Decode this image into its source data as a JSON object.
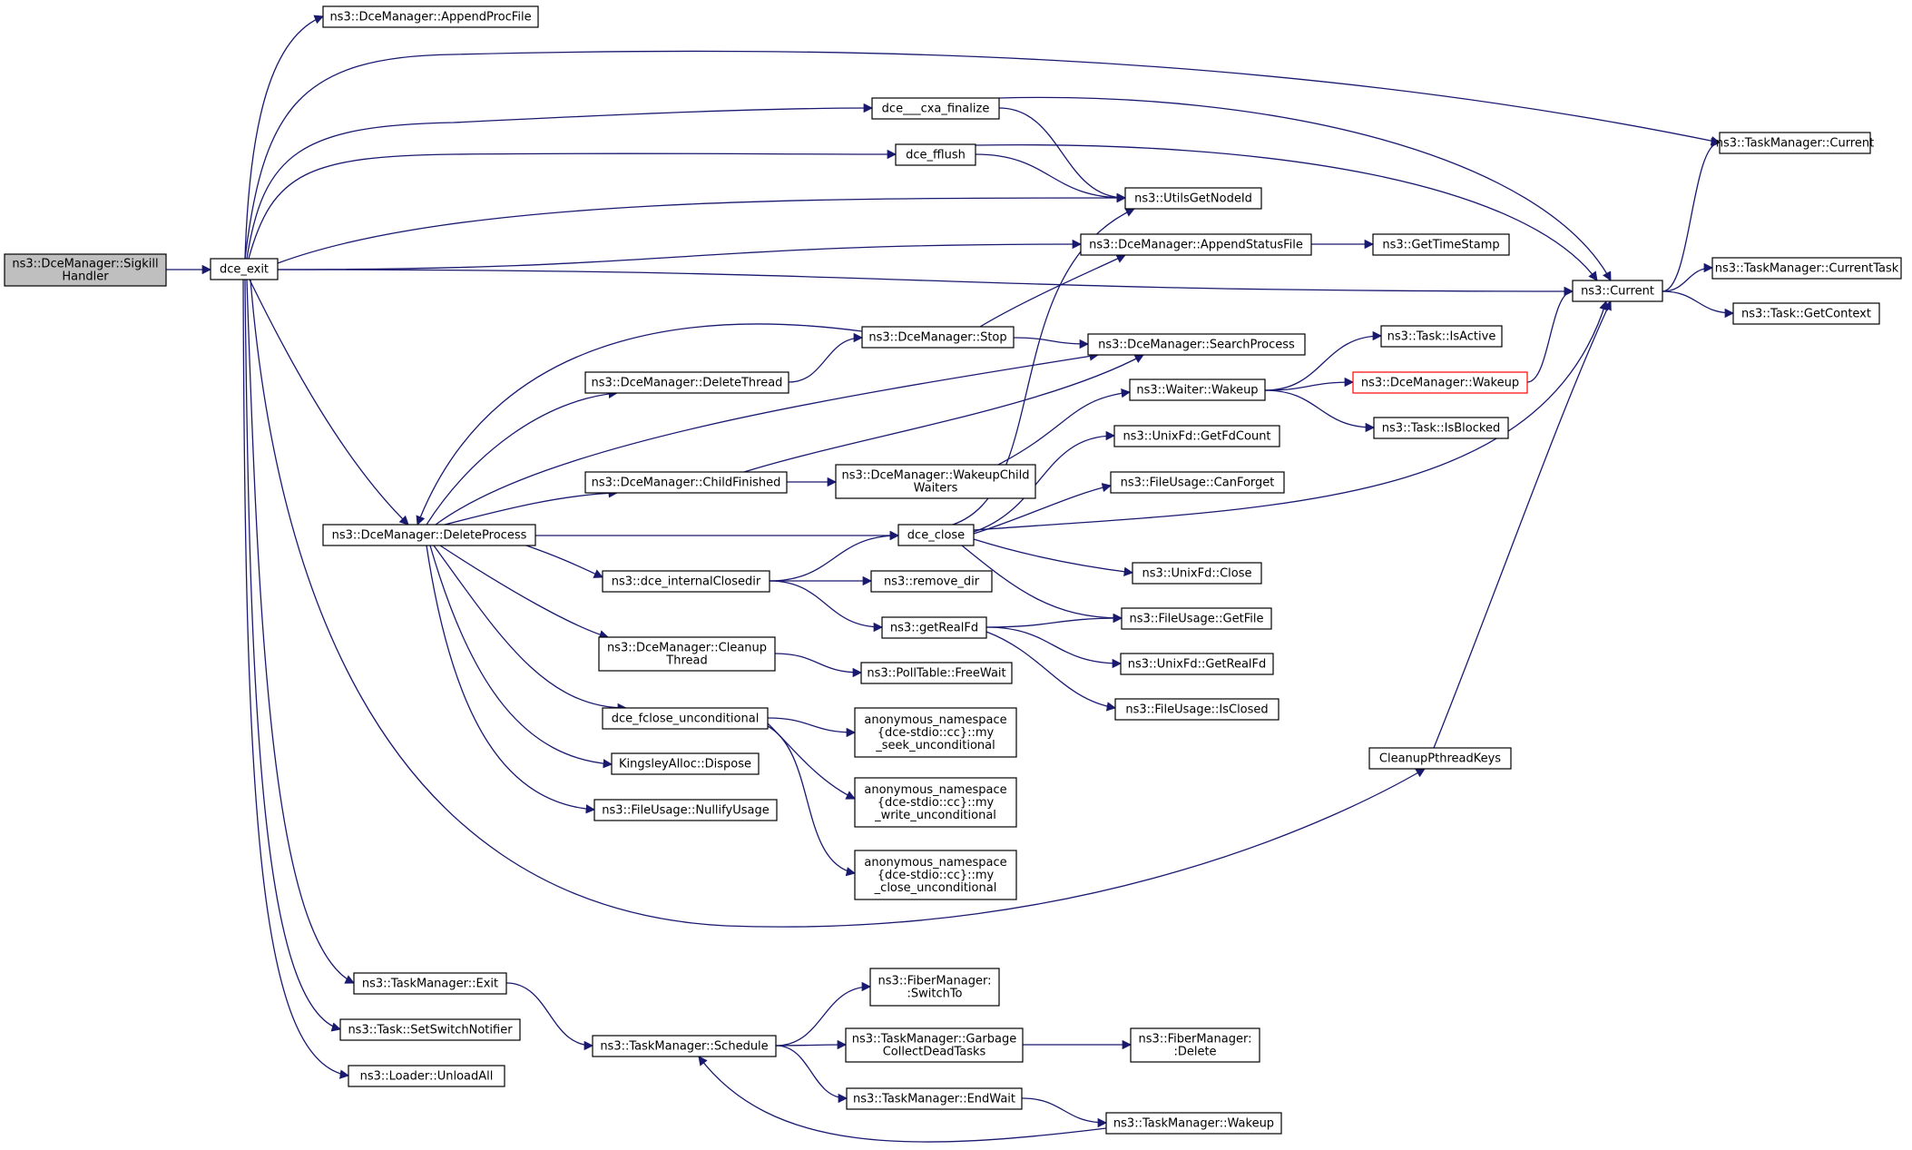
{
  "nodes": [
    {
      "id": "root",
      "lines": [
        "ns3::DceManager::Sigkill",
        "Handler"
      ],
      "root": true
    },
    {
      "id": "dce_exit",
      "lines": [
        "dce_exit"
      ]
    },
    {
      "id": "append_proc",
      "lines": [
        "ns3::DceManager::AppendProcFile"
      ]
    },
    {
      "id": "cxa",
      "lines": [
        "dce___cxa_finalize"
      ]
    },
    {
      "id": "fflush",
      "lines": [
        "dce_fflush"
      ]
    },
    {
      "id": "utils",
      "lines": [
        "ns3::UtilsGetNodeId"
      ]
    },
    {
      "id": "append_status",
      "lines": [
        "ns3::DceManager::AppendStatusFile"
      ]
    },
    {
      "id": "timestamp",
      "lines": [
        "ns3::GetTimeStamp"
      ]
    },
    {
      "id": "tm_current",
      "lines": [
        "ns3::TaskManager::Current"
      ]
    },
    {
      "id": "current",
      "lines": [
        "ns3::Current"
      ]
    },
    {
      "id": "tm_currenttask",
      "lines": [
        "ns3::TaskManager::CurrentTask"
      ]
    },
    {
      "id": "getcontext",
      "lines": [
        "ns3::Task::GetContext"
      ]
    },
    {
      "id": "stop",
      "lines": [
        "ns3::DceManager::Stop"
      ]
    },
    {
      "id": "search",
      "lines": [
        "ns3::DceManager::SearchProcess"
      ]
    },
    {
      "id": "isactive",
      "lines": [
        "ns3::Task::IsActive"
      ]
    },
    {
      "id": "delthread",
      "lines": [
        "ns3::DceManager::DeleteThread"
      ]
    },
    {
      "id": "waiter",
      "lines": [
        "ns3::Waiter::Wakeup"
      ]
    },
    {
      "id": "dm_wakeup",
      "lines": [
        "ns3::DceManager::Wakeup"
      ],
      "red": true
    },
    {
      "id": "isblocked",
      "lines": [
        "ns3::Task::IsBlocked"
      ]
    },
    {
      "id": "getfdcount",
      "lines": [
        "ns3::UnixFd::GetFdCount"
      ]
    },
    {
      "id": "childfin",
      "lines": [
        "ns3::DceManager::ChildFinished"
      ]
    },
    {
      "id": "wakeupchild",
      "lines": [
        "ns3::DceManager::WakeupChild",
        "Waiters"
      ]
    },
    {
      "id": "canforget",
      "lines": [
        "ns3::FileUsage::CanForget"
      ]
    },
    {
      "id": "delproc",
      "lines": [
        "ns3::DceManager::DeleteProcess"
      ]
    },
    {
      "id": "dce_close",
      "lines": [
        "dce_close"
      ]
    },
    {
      "id": "ufd_close",
      "lines": [
        "ns3::UnixFd::Close"
      ]
    },
    {
      "id": "closedir",
      "lines": [
        "ns3::dce_internalClosedir"
      ]
    },
    {
      "id": "remove_dir",
      "lines": [
        "ns3::remove_dir"
      ]
    },
    {
      "id": "getrealfd",
      "lines": [
        "ns3::getRealFd"
      ]
    },
    {
      "id": "getfile",
      "lines": [
        "ns3::FileUsage::GetFile"
      ]
    },
    {
      "id": "cleanup",
      "lines": [
        "ns3::DceManager::Cleanup",
        "Thread"
      ]
    },
    {
      "id": "freewait",
      "lines": [
        "ns3::PollTable::FreeWait"
      ]
    },
    {
      "id": "ufd_getrealfd",
      "lines": [
        "ns3::UnixFd::GetRealFd"
      ]
    },
    {
      "id": "isclosed",
      "lines": [
        "ns3::FileUsage::IsClosed"
      ]
    },
    {
      "id": "fclose",
      "lines": [
        "dce_fclose_unconditional"
      ]
    },
    {
      "id": "seek",
      "lines": [
        "anonymous_namespace",
        "{dce-stdio::cc}::my",
        "_seek_unconditional"
      ]
    },
    {
      "id": "kingsley",
      "lines": [
        "KingsleyAlloc::Dispose"
      ]
    },
    {
      "id": "write",
      "lines": [
        "anonymous_namespace",
        "{dce-stdio::cc}::my",
        "_write_unconditional"
      ]
    },
    {
      "id": "nullify",
      "lines": [
        "ns3::FileUsage::NullifyUsage"
      ]
    },
    {
      "id": "closeunc",
      "lines": [
        "anonymous_namespace",
        "{dce-stdio::cc}::my",
        "_close_unconditional"
      ]
    },
    {
      "id": "cleanupkeys",
      "lines": [
        "CleanupPthreadKeys"
      ]
    },
    {
      "id": "tm_exit",
      "lines": [
        "ns3::TaskManager::Exit"
      ]
    },
    {
      "id": "switchto",
      "lines": [
        "ns3::FiberManager:",
        ":SwitchTo"
      ]
    },
    {
      "id": "setswitch",
      "lines": [
        "ns3::Task::SetSwitchNotifier"
      ]
    },
    {
      "id": "schedule",
      "lines": [
        "ns3::TaskManager::Schedule"
      ]
    },
    {
      "id": "garbage",
      "lines": [
        "ns3::TaskManager::Garbage",
        "CollectDeadTasks"
      ]
    },
    {
      "id": "fm_delete",
      "lines": [
        "ns3::FiberManager:",
        ":Delete"
      ]
    },
    {
      "id": "unloadall",
      "lines": [
        "ns3::Loader::UnloadAll"
      ]
    },
    {
      "id": "endwait",
      "lines": [
        "ns3::TaskManager::EndWait"
      ]
    },
    {
      "id": "tm_wakeup",
      "lines": [
        "ns3::TaskManager::Wakeup"
      ]
    }
  ],
  "edges": [
    [
      "root",
      "dce_exit"
    ],
    [
      "dce_exit",
      "append_proc"
    ],
    [
      "dce_exit",
      "tm_current"
    ],
    [
      "dce_exit",
      "cxa"
    ],
    [
      "dce_exit",
      "fflush"
    ],
    [
      "dce_exit",
      "utils"
    ],
    [
      "dce_exit",
      "append_status"
    ],
    [
      "dce_exit",
      "current"
    ],
    [
      "dce_exit",
      "delproc"
    ],
    [
      "dce_exit",
      "cleanupkeys"
    ],
    [
      "dce_exit",
      "tm_exit"
    ],
    [
      "dce_exit",
      "setswitch"
    ],
    [
      "dce_exit",
      "unloadall"
    ],
    [
      "cxa",
      "utils"
    ],
    [
      "cxa",
      "current"
    ],
    [
      "fflush",
      "utils"
    ],
    [
      "fflush",
      "current"
    ],
    [
      "append_status",
      "timestamp"
    ],
    [
      "current",
      "tm_current"
    ],
    [
      "current",
      "tm_currenttask"
    ],
    [
      "current",
      "getcontext"
    ],
    [
      "stop",
      "append_status"
    ],
    [
      "stop",
      "search"
    ],
    [
      "stop",
      "delproc"
    ],
    [
      "delthread",
      "stop"
    ],
    [
      "waiter",
      "isactive"
    ],
    [
      "waiter",
      "dm_wakeup"
    ],
    [
      "waiter",
      "isblocked"
    ],
    [
      "dm_wakeup",
      "current"
    ],
    [
      "childfin",
      "search"
    ],
    [
      "childfin",
      "wakeupchild"
    ],
    [
      "wakeupchild",
      "waiter"
    ],
    [
      "delproc",
      "delthread"
    ],
    [
      "delproc",
      "search"
    ],
    [
      "delproc",
      "childfin"
    ],
    [
      "delproc",
      "dce_close"
    ],
    [
      "delproc",
      "closedir"
    ],
    [
      "delproc",
      "cleanup"
    ],
    [
      "delproc",
      "fclose"
    ],
    [
      "delproc",
      "kingsley"
    ],
    [
      "delproc",
      "nullify"
    ],
    [
      "dce_close",
      "utils"
    ],
    [
      "dce_close",
      "current"
    ],
    [
      "dce_close",
      "getfdcount"
    ],
    [
      "dce_close",
      "canforget"
    ],
    [
      "dce_close",
      "ufd_close"
    ],
    [
      "dce_close",
      "getfile"
    ],
    [
      "closedir",
      "dce_close"
    ],
    [
      "closedir",
      "remove_dir"
    ],
    [
      "closedir",
      "getrealfd"
    ],
    [
      "getrealfd",
      "getfile"
    ],
    [
      "getrealfd",
      "ufd_getrealfd"
    ],
    [
      "getrealfd",
      "isclosed"
    ],
    [
      "cleanup",
      "freewait"
    ],
    [
      "fclose",
      "seek"
    ],
    [
      "fclose",
      "write"
    ],
    [
      "fclose",
      "closeunc"
    ],
    [
      "cleanupkeys",
      "current"
    ],
    [
      "tm_exit",
      "schedule"
    ],
    [
      "schedule",
      "switchto"
    ],
    [
      "schedule",
      "garbage"
    ],
    [
      "schedule",
      "endwait"
    ],
    [
      "garbage",
      "fm_delete"
    ],
    [
      "endwait",
      "tm_wakeup"
    ],
    [
      "tm_wakeup",
      "schedule"
    ]
  ]
}
